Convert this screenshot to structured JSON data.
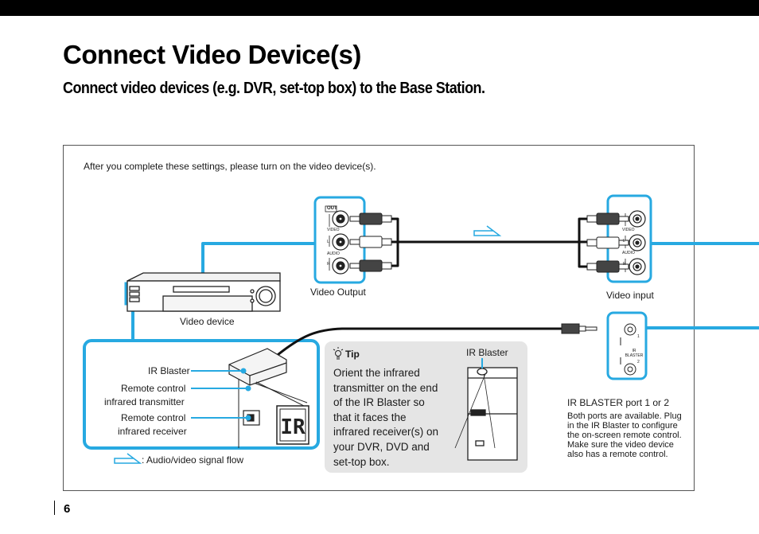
{
  "header": {
    "title": "Connect Video Device(s)",
    "subtitle": "Connect video devices (e.g. DVR, set-top box) to the Base Station."
  },
  "diagram": {
    "instruction": "After you complete these settings, please turn on the video device(s).",
    "video_output_label": "Video Output",
    "video_input_label": "Video input",
    "video_device_label": "Video device",
    "panel_out_label": "OUT",
    "panel_video_label": "VIDEO",
    "panel_audio_label": "AUDIO",
    "panel_l_label": "L",
    "panel_r_label": "R",
    "ir_port_label": "IR BLASTER",
    "ir_port_1": "1",
    "ir_port_2": "2",
    "callouts": {
      "ir_blaster": "IR Blaster",
      "transmitter_1": "Remote control",
      "transmitter_2": "infrared transmitter",
      "receiver_1": "Remote control",
      "receiver_2": "infrared receiver"
    },
    "ir_logo": "IR",
    "legend": ": Audio/video signal flow",
    "tip": {
      "heading": "Tip",
      "body": "Orient the infrared transmitter on the end of the IR Blaster so that it faces the infrared receiver(s) on your DVR, DVD and set-top box.",
      "ir_blaster_label": "IR Blaster"
    },
    "ir_port_title": "IR BLASTER port 1 or 2",
    "ir_port_desc": "Both ports are available. Plug in the IR Blaster to configure the on-screen remote control. Make sure the video device also has a remote control."
  },
  "footer": {
    "page_number": "6"
  },
  "colors": {
    "accent": "#27a9e1",
    "text": "#1a1a1a",
    "tip_bg": "#e5e5e5"
  }
}
